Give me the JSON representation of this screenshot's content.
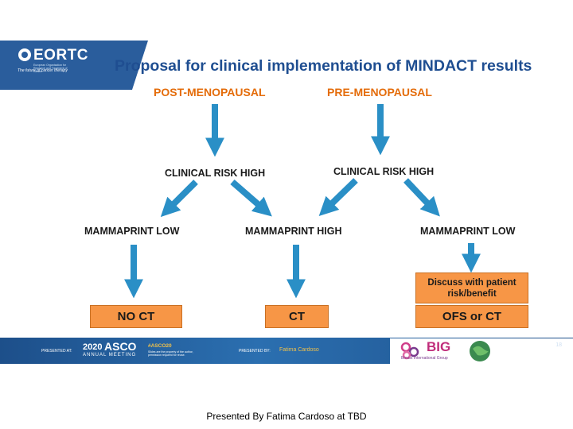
{
  "header": {
    "logo_text": "EORTC",
    "logo_subtext": "European Organisation for Research and Treatment of Cancer",
    "logo_tagline": "The future of cancer therapy",
    "title": "Proposal for clinical implementation of MINDACT results"
  },
  "diagram": {
    "post_menopausal": "POST-MENOPAUSAL",
    "pre_menopausal": "PRE-MENOPAUSAL",
    "clinical_risk_high_left": "CLINICAL RISK HIGH",
    "clinical_risk_high_right": "CLINICAL RISK HIGH",
    "mammaprint_low_left": "MAMMAPRINT LOW",
    "mammaprint_high": "MAMMAPRINT HIGH",
    "mammaprint_low_right": "MAMMAPRINT LOW",
    "discuss_box": "Discuss with patient risk/benefit",
    "no_ct": "NO CT",
    "ct": "CT",
    "ofs_or_ct": "OFS or CT"
  },
  "footer": {
    "presented_at": "PRESENTED AT:",
    "asco_year": "2020",
    "asco_name": "ASCO",
    "asco_sub": "ANNUAL MEETING",
    "hashtag": "#ASCO20",
    "hashtag_sub": "Slides are the property of the author, permission required for reuse.",
    "presented_by": "PRESENTED BY:",
    "presenter": "Fatima Cardoso",
    "big_text": "BIG",
    "big_sub": "Breast International Group",
    "page_number": "18"
  },
  "caption": "Presented By Fatima Cardoso at TBD",
  "colors": {
    "title_blue": "#1f4e91",
    "arrow_blue": "#2a8fc6",
    "box_orange": "#f79646",
    "label_orange": "#e46c0a",
    "footer_blue": "#1d4f8a"
  }
}
